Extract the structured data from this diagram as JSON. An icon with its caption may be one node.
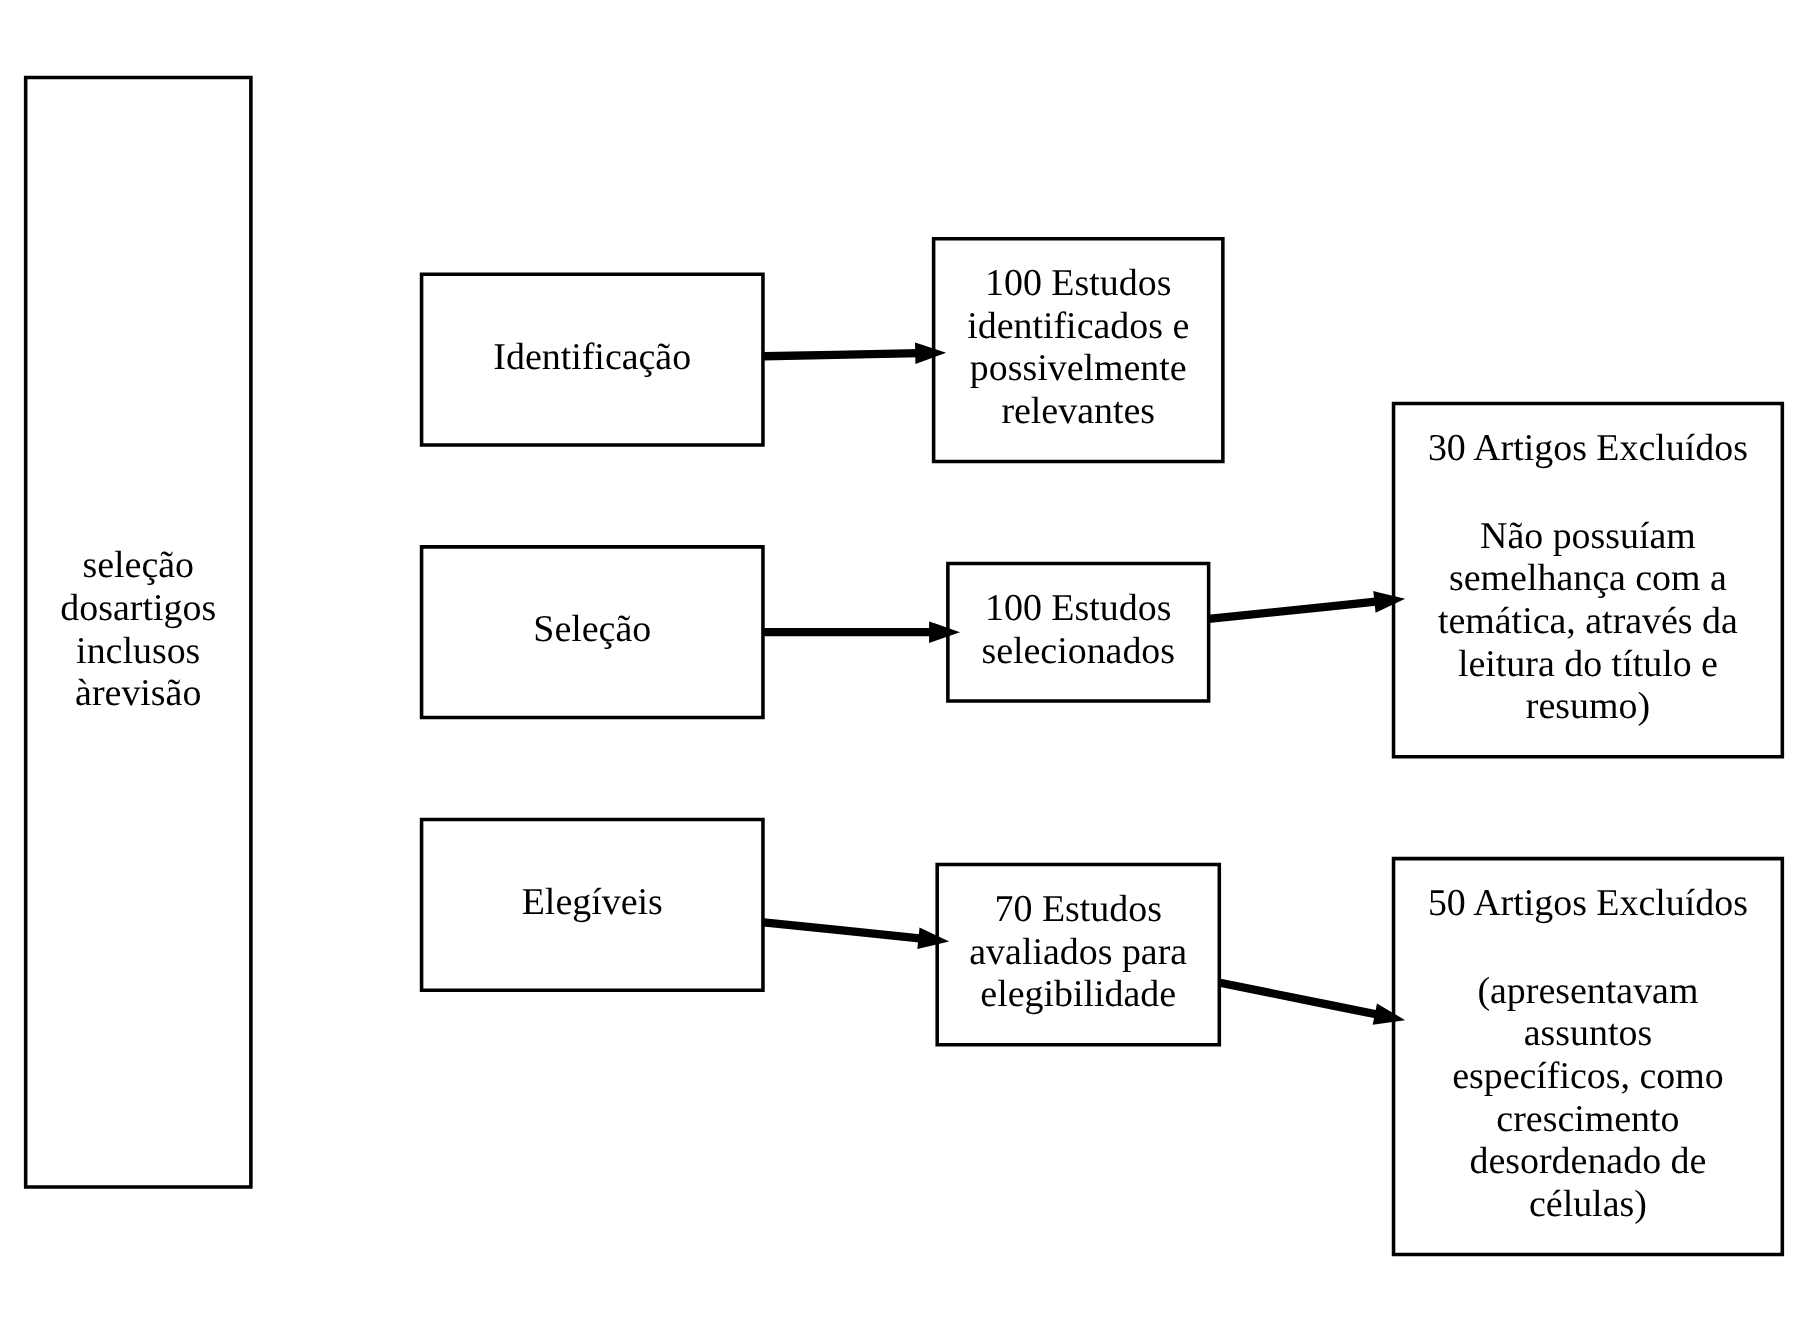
{
  "diagram": {
    "nodes": [
      {
        "text": [
          "seleção dosartigos inclusos àrevisão"
        ]
      },
      {
        "text": [
          "Identificação"
        ]
      },
      {
        "text": [
          "100 Estudos identificados e possivelmente relevantes"
        ]
      },
      {
        "text": [
          "Seleção"
        ]
      },
      {
        "text": [
          "100 Estudos selecionados"
        ]
      },
      {
        "text": [
          "30 Artigos Excluídos",
          "Não possuíam semelhança com a temática, através da leitura do título e resumo)"
        ]
      },
      {
        "text": [
          "Elegíveis"
        ]
      },
      {
        "text": [
          "70 Estudos avaliados para elegibilidade"
        ]
      },
      {
        "text": [
          "50 Artigos Excluídos",
          "(apresentavam assuntos específicos, como crescimento desordenado de células)"
        ]
      }
    ],
    "edges": [
      {
        "from": 1,
        "to": 2,
        "arrow": "to"
      },
      {
        "from": 3,
        "to": 4,
        "arrow": "to"
      },
      {
        "from": 4,
        "to": 5,
        "arrow": "to"
      },
      {
        "from": 6,
        "to": 7,
        "arrow": "to"
      },
      {
        "from": 7,
        "to": 8,
        "arrow": "to"
      }
    ]
  }
}
